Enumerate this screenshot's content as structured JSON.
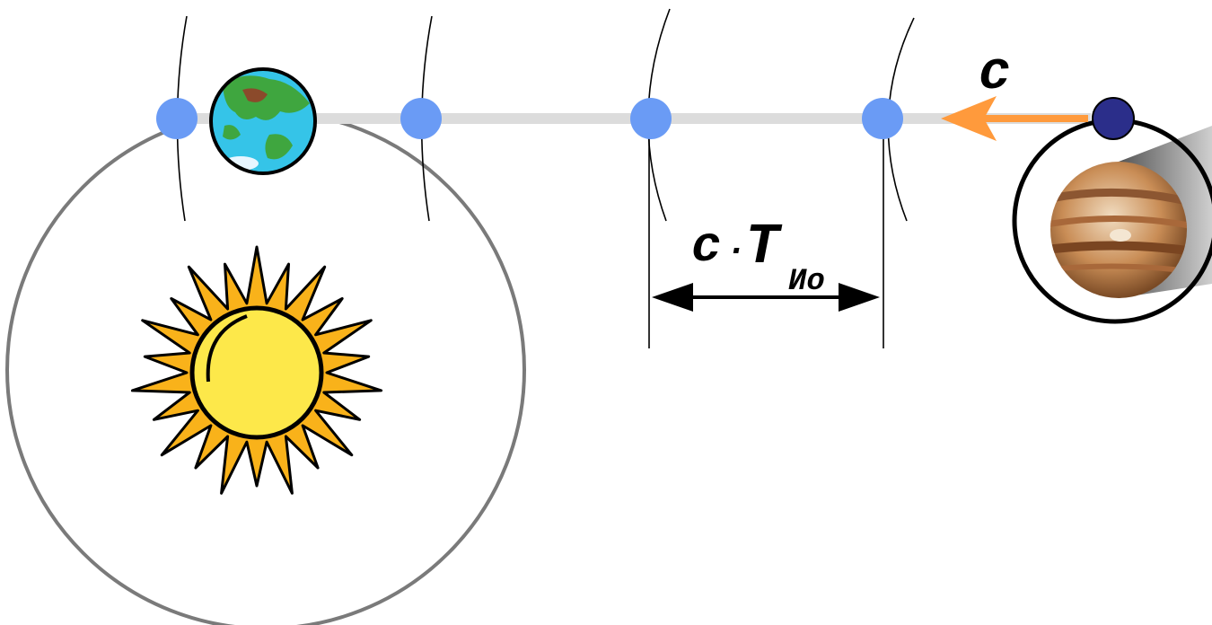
{
  "labels": {
    "light_speed": "c",
    "distance_c": "c",
    "distance_dot": "·",
    "distance_T": "T",
    "distance_sub": "Ио"
  },
  "colors": {
    "wavefront_dot": "#6a9bf5",
    "io_moon": "#2b2e8a",
    "speed_arrow": "#ff9a3c",
    "orbit": "#7a7a7a",
    "ray": "#dcdcdc",
    "sun_body": "#fde84a",
    "sun_rays": "#f9b21a",
    "earth_ocean": "#35c4e8",
    "earth_land": "#3fa63f"
  },
  "icons": [
    "sun-icon",
    "earth-icon",
    "jupiter-icon",
    "io-moon-icon"
  ]
}
